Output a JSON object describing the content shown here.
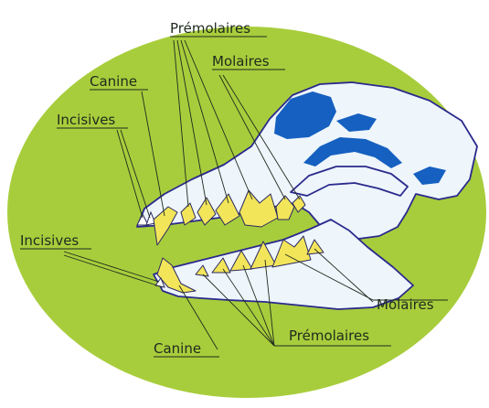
{
  "colors": {
    "background_oval": "#a8cd3c",
    "skull_outline": "#2a2a8c",
    "skull_fill": "#eef5fb",
    "skull_shadow": "#1560c0",
    "teeth": "#f3e55a",
    "label_text": "#1e2a1e"
  },
  "labels": {
    "premolaires_top": "Prémolaires",
    "molaires_top": "Molaires",
    "canine_top": "Canine",
    "incisives_top": "Incisives",
    "incisives_bottom": "Incisives",
    "molaires_bottom": "Molaires",
    "premolaires_bottom": "Prémolaires",
    "canine_bottom": "Canine"
  }
}
